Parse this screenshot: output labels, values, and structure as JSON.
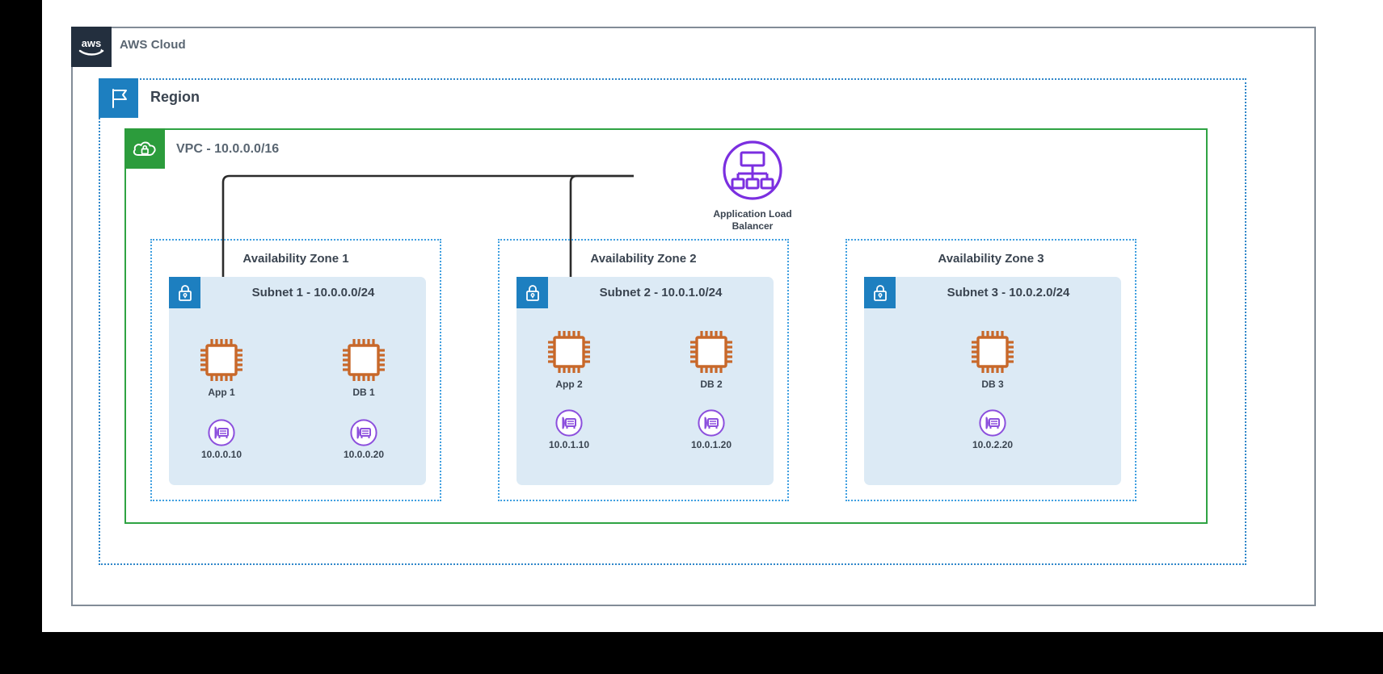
{
  "cloud": {
    "title": "AWS Cloud",
    "logo_icon": "aws-logo-icon"
  },
  "region": {
    "title": "Region",
    "icon": "region-flag-icon"
  },
  "vpc": {
    "title": "VPC - 10.0.0.0/16",
    "icon": "vpc-cloud-lock-icon"
  },
  "load_balancer": {
    "name": "Application Load Balancer",
    "line1": "Application Load",
    "line2": "Balancer",
    "icon": "application-load-balancer-icon"
  },
  "availability_zones": [
    {
      "title": "Availability Zone 1",
      "subnet": {
        "title": "Subnet 1 - 10.0.0.0/24",
        "icon": "subnet-lock-icon"
      },
      "instances": [
        {
          "label": "App 1",
          "icon": "ec2-instance-icon"
        },
        {
          "label": "DB 1",
          "icon": "ec2-instance-icon"
        }
      ],
      "network_interfaces": [
        {
          "label": "10.0.0.10",
          "icon": "network-interface-icon"
        },
        {
          "label": "10.0.0.20",
          "icon": "network-interface-icon"
        }
      ]
    },
    {
      "title": "Availability Zone 2",
      "subnet": {
        "title": "Subnet 2 - 10.0.1.0/24",
        "icon": "subnet-lock-icon"
      },
      "instances": [
        {
          "label": "App 2",
          "icon": "ec2-instance-icon"
        },
        {
          "label": "DB 2",
          "icon": "ec2-instance-icon"
        }
      ],
      "network_interfaces": [
        {
          "label": "10.0.1.10",
          "icon": "network-interface-icon"
        },
        {
          "label": "10.0.1.20",
          "icon": "network-interface-icon"
        }
      ]
    },
    {
      "title": "Availability Zone 3",
      "subnet": {
        "title": "Subnet 3 - 10.0.2.0/24",
        "icon": "subnet-lock-icon"
      },
      "instances": [
        {
          "label": "DB 3",
          "icon": "ec2-instance-icon"
        }
      ],
      "network_interfaces": [
        {
          "label": "10.0.2.20",
          "icon": "network-interface-icon"
        }
      ]
    }
  ],
  "connections": [
    {
      "from": "Application Load Balancer",
      "to": "App 1"
    },
    {
      "from": "Application Load Balancer",
      "to": "App 2"
    }
  ],
  "colors": {
    "aws_navy": "#232f3e",
    "region_blue": "#1d7fc0",
    "region_border": "#2e86c9",
    "vpc_green": "#2c9c3c",
    "vpc_border": "#2fa343",
    "az_border": "#3f9fe0",
    "subnet_fill": "#dceaf5",
    "ec2_orange": "#c8682a",
    "eni_purple": "#8c4fdd",
    "alb_purple": "#7b2fe0",
    "text_dark": "#3a4450",
    "text_gray": "#5a6672",
    "connector": "#2b2b2b",
    "cloud_border": "#828c97"
  }
}
